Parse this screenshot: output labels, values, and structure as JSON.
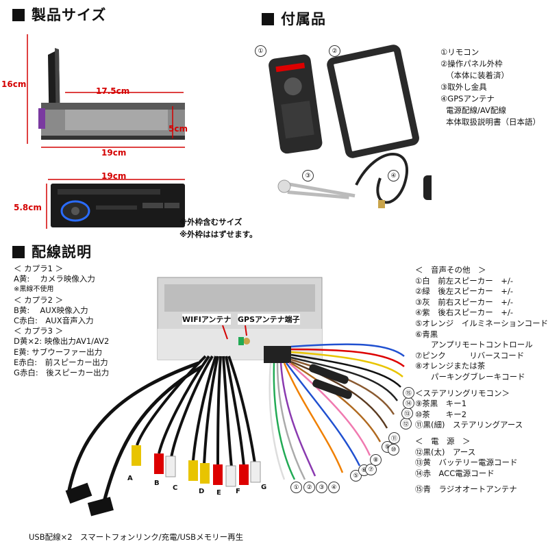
{
  "sections": {
    "size_title": "製品サイズ",
    "accessories_title": "付属品",
    "wiring_title": "配線説明"
  },
  "dimensions": {
    "height_side": "16cm",
    "width_top": "17.5cm",
    "depth_small": "5cm",
    "width_bottom": "19cm",
    "front_width": "19cm",
    "front_height": "5.8cm"
  },
  "size_notes": [
    "※外枠含むサイズ",
    "※外枠ははずせます。"
  ],
  "accessories": {
    "callouts": [
      "①",
      "②",
      "③",
      "④"
    ],
    "items": [
      "①リモコン",
      "②操作パネル外枠",
      "（本体に装着済）",
      "③取外し金具",
      "④GPSアンテナ",
      "電源配線/AV配線",
      "本体取扱説明書（日本語）"
    ]
  },
  "wiring_left": [
    "＜ カプラ1 ＞",
    "A黄:　 カメラ映像入力",
    "※黒線不使用",
    "＜ カプラ2 ＞",
    "B黄:　 AUX映像入力",
    "C赤白:　AUX音声入力",
    "＜ カプラ3 ＞",
    "D黄×2: 映像出力AV1/AV2",
    "E黄: サブウーファー出力",
    "E赤白:　前スピーカー出力",
    "G赤白:　後スピーカー出力"
  ],
  "antenna_labels": {
    "wifi": "WIFIアンテナ",
    "gps": "GPSアンテナ端子"
  },
  "connector_letters": [
    "A",
    "B",
    "C",
    "D",
    "E",
    "F",
    "G"
  ],
  "wire_numbers": [
    "①",
    "②",
    "③",
    "④",
    "⑤",
    "⑥",
    "⑦",
    "⑧",
    "⑨",
    "⑩",
    "⑪",
    "⑫",
    "⑬",
    "⑭",
    "⑮"
  ],
  "wiring_right": [
    "＜　音声その他　＞",
    "①白　前左スピーカー　+/-",
    "②緑　後左スピーカー　+/-",
    "③灰　前右スピーカー　+/-",
    "④紫　後右スピーカー　+/-",
    "⑤オレンジ　イルミネーションコード",
    "⑥青黒",
    "　　アンプリモートコントロール",
    "⑦ピンク　　　リバースコード",
    "⑧オレンジまたは茶",
    "　　パーキングブレーキコード",
    "",
    "＜ステアリングリモコン＞",
    "⑨茶黒　キー1",
    "⑩茶　　キー2",
    "⑪黒(細)　ステアリングアース",
    "",
    "＜　電　源　＞",
    "⑫黒(太)　アース",
    "⑬黄　バッテリー電源コード",
    "⑭赤　ACC電源コード",
    "",
    "⑮青　ラジオオートアンテナ"
  ],
  "footer": "USB配線×2　スマートフォンリンク/充電/USBメモリー再生",
  "colors": {
    "dimension": "#d40000",
    "arrow": "#d40000"
  }
}
